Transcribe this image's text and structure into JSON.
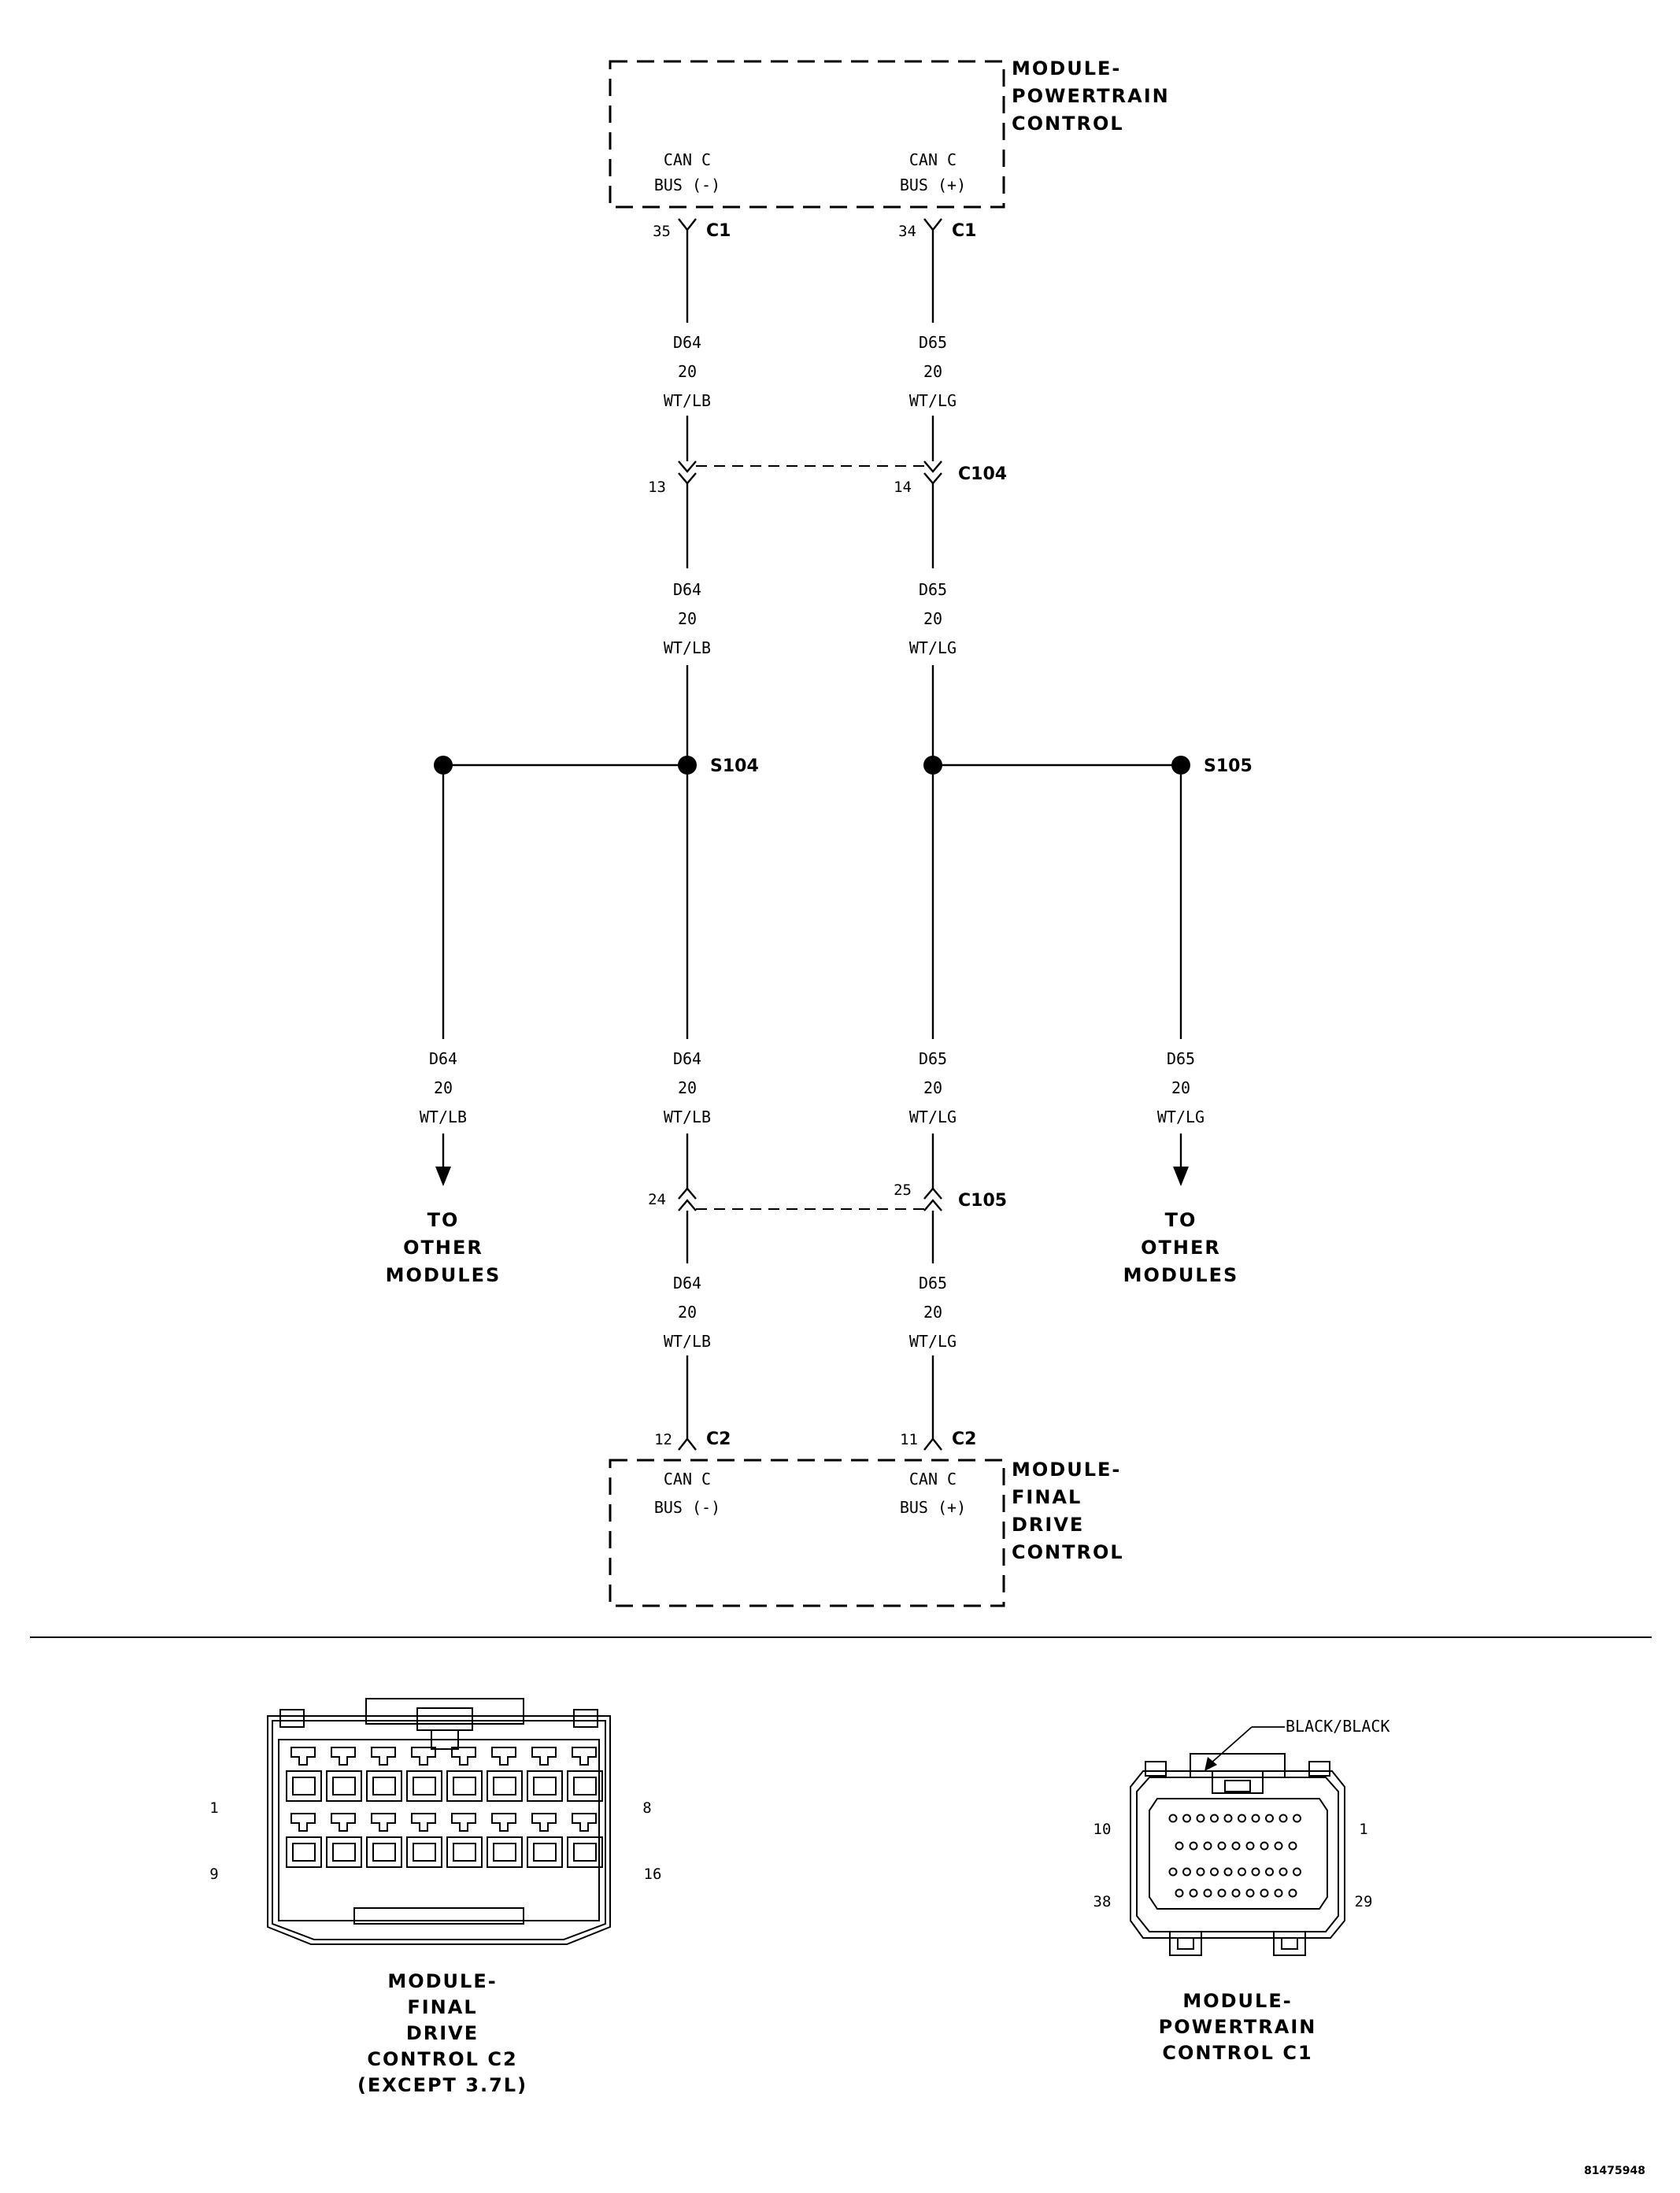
{
  "modules": {
    "pcm": {
      "title": [
        "MODULE-",
        "POWERTRAIN",
        "CONTROL"
      ],
      "pin_neg": [
        "CAN C",
        "BUS (-)"
      ],
      "pin_pos": [
        "CAN C",
        "BUS (+)"
      ]
    },
    "fdcm": {
      "title": [
        "MODULE-",
        "FINAL",
        "DRIVE",
        "CONTROL"
      ],
      "pin_neg": [
        "CAN C",
        "BUS (-)"
      ],
      "pin_pos": [
        "CAN C",
        "BUS (+)"
      ]
    }
  },
  "connectors": {
    "c1_neg": {
      "pin": "35",
      "name": "C1"
    },
    "c1_pos": {
      "pin": "34",
      "name": "C1"
    },
    "c104": {
      "pin_neg": "13",
      "pin_pos": "14",
      "name": "C104"
    },
    "c105": {
      "pin_neg": "24",
      "pin_pos": "25",
      "name": "C105"
    },
    "c2_neg": {
      "pin": "12",
      "name": "C2"
    },
    "c2_pos": {
      "pin": "11",
      "name": "C2"
    }
  },
  "splices": {
    "s104": "S104",
    "s105": "S105"
  },
  "wires": {
    "d64": [
      "D64",
      "20",
      "WT/LB"
    ],
    "d65": [
      "D65",
      "20",
      "WT/LG"
    ]
  },
  "destinations": {
    "left": [
      "TO",
      "OTHER",
      "MODULES"
    ],
    "right": [
      "TO",
      "OTHER",
      "MODULES"
    ]
  },
  "connector_views": {
    "fdcm_c2": {
      "title": [
        "MODULE-",
        "FINAL",
        "DRIVE",
        "CONTROL C2",
        "(EXCEPT 3.7L)"
      ],
      "pins": {
        "top_left": "1",
        "top_right": "8",
        "bottom_left": "9",
        "bottom_right": "16"
      }
    },
    "pcm_c1": {
      "title": [
        "MODULE-",
        "POWERTRAIN",
        "CONTROL C1"
      ],
      "color_label": "BLACK/BLACK",
      "pins": {
        "top_left": "10",
        "top_right": "1",
        "bottom_left": "38",
        "bottom_right": "29"
      }
    }
  },
  "figure_id": "81475948"
}
